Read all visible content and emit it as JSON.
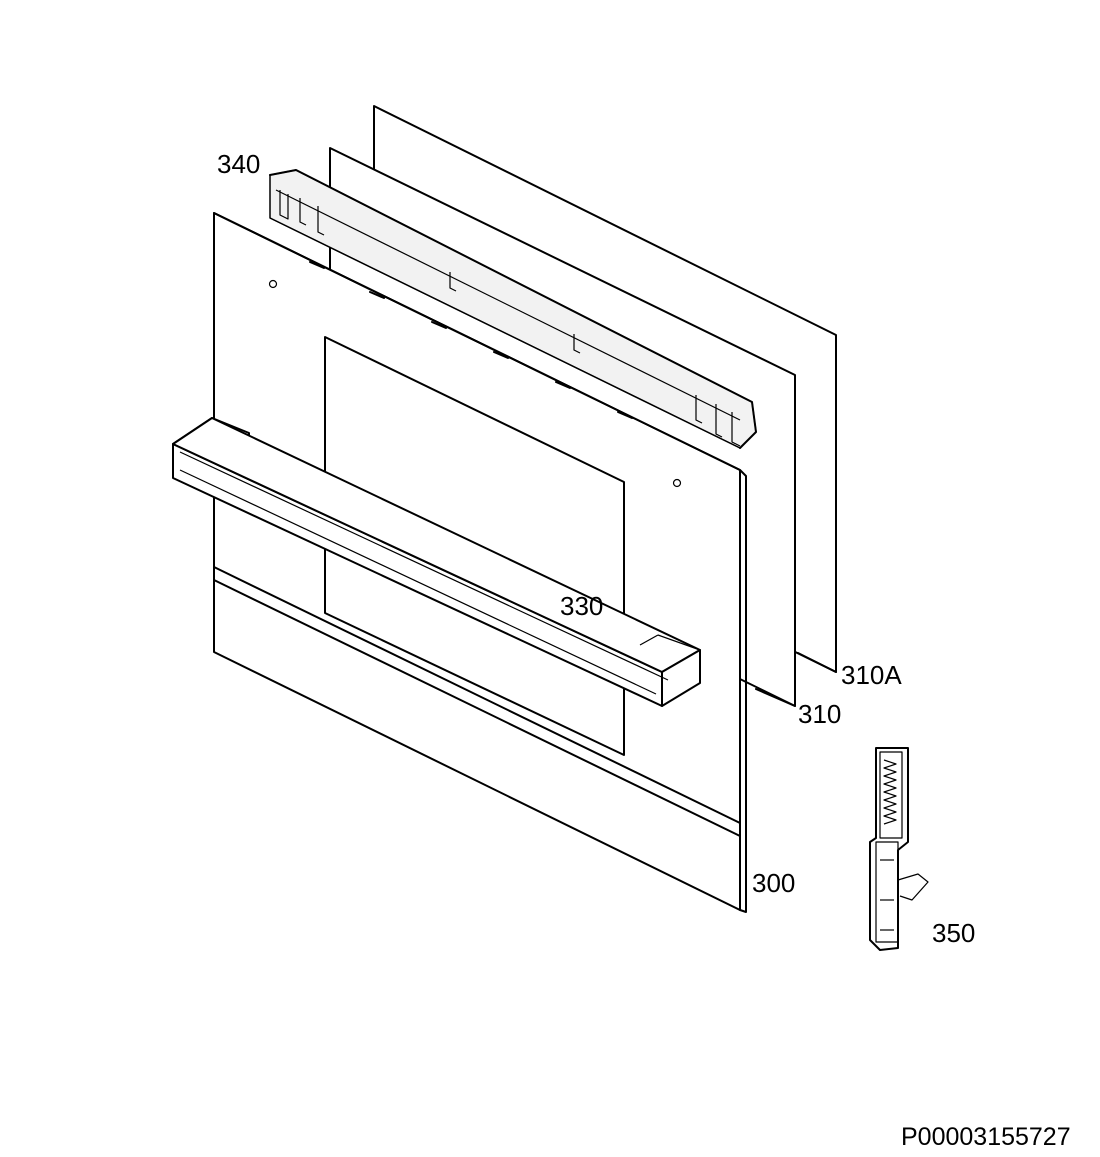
{
  "diagram": {
    "parts": [
      {
        "id": "340",
        "icon": "trim-strip-icon"
      },
      {
        "id": "310A",
        "icon": "glass-panel-icon"
      },
      {
        "id": "310",
        "icon": "glass-panel-icon"
      },
      {
        "id": "330",
        "icon": "handle-bar-icon"
      },
      {
        "id": "300",
        "icon": "door-panel-icon"
      },
      {
        "id": "350",
        "icon": "hinge-icon"
      }
    ],
    "reference_code": "P00003155727"
  }
}
